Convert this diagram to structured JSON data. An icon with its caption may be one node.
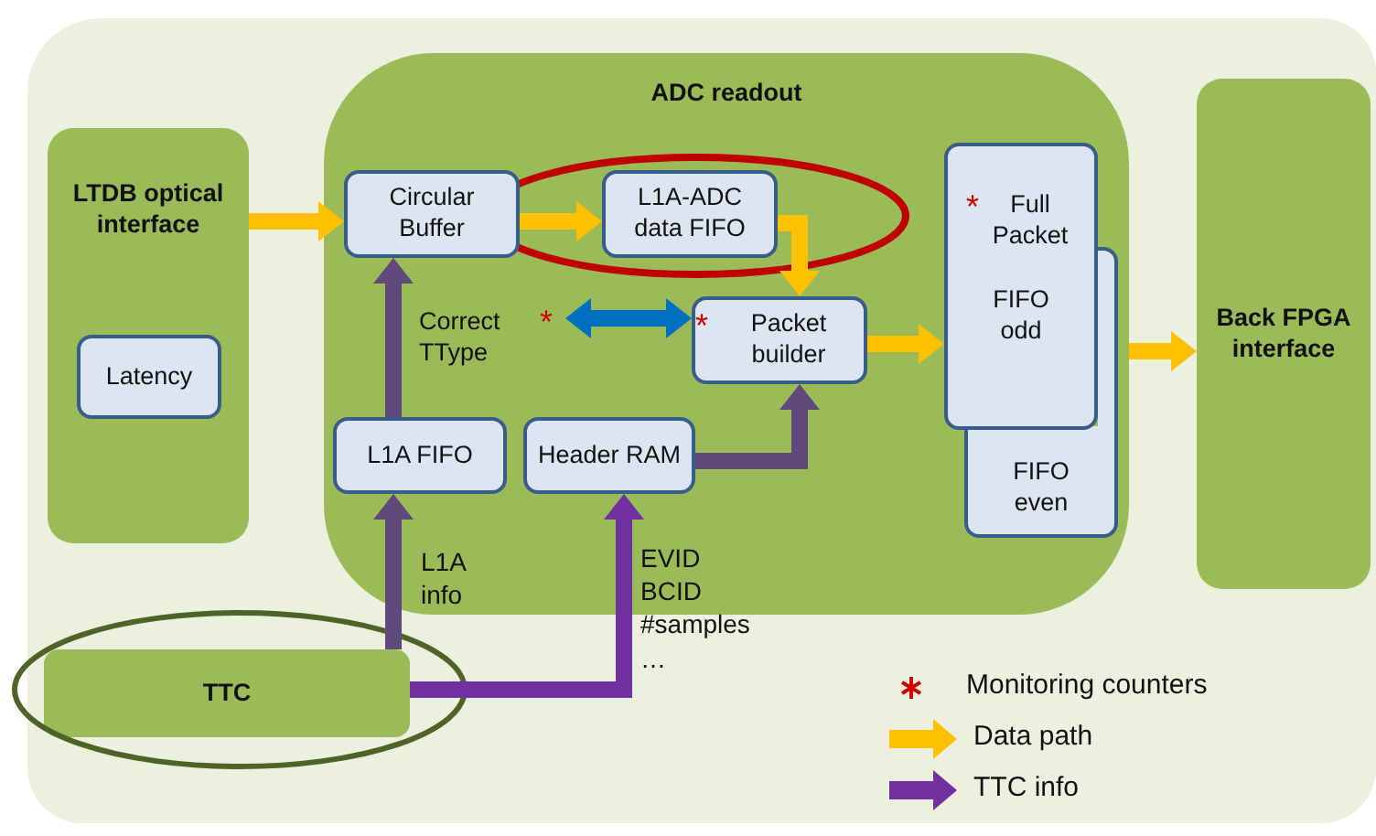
{
  "diagram": {
    "nodes": [
      {
        "text": [
          "LTDB optical interface"
        ]
      },
      {
        "text": [
          "Latency"
        ],
        "in": 0
      },
      {
        "text": [
          "ADC readout"
        ]
      },
      {
        "text": [
          "Circular Buffer"
        ],
        "in": 2
      },
      {
        "text": [
          "L1A-ADC data FIFO"
        ],
        "in": 2
      },
      {
        "text": [
          "Correct TType"
        ],
        "beside": [
          "*"
        ],
        "in": 2
      },
      {
        "text": [
          "*",
          "Packet builder"
        ],
        "in": 2
      },
      {
        "text": [
          "*",
          "Full Packet",
          "FIFO odd"
        ],
        "in": 2
      },
      {
        "text": [
          "FIFO even"
        ],
        "in": 2
      },
      {
        "text": [
          "L1A FIFO"
        ],
        "in": 2
      },
      {
        "text": [
          "Header RAM"
        ],
        "in": 2
      },
      {
        "text": [
          "Back FPGA interface"
        ]
      },
      {
        "text": [
          "TTC"
        ]
      }
    ],
    "edges": [
      {
        "from": 0,
        "to": 3,
        "arrow": "to"
      },
      {
        "from": 3,
        "to": 4,
        "arrow": "to"
      },
      {
        "from": 4,
        "to": 6,
        "arrow": "to"
      },
      {
        "from": 6,
        "to": 7,
        "arrow": "to"
      },
      {
        "from": 2,
        "to": 11,
        "arrow": "to"
      },
      {
        "from": 9,
        "to": 3,
        "arrow": "to",
        "color": "#604a7b"
      },
      {
        "from": 10,
        "to": 6,
        "arrow": "to",
        "color": "#604a7b"
      },
      {
        "from": 12,
        "to": 9,
        "arrow": "to",
        "color": "#604a7b",
        "label": "L1A info"
      },
      {
        "from": 12,
        "to": 10,
        "arrow": "to",
        "color": "#7030a0",
        "label": "EVID BCID #samples …"
      },
      {
        "from": 5,
        "to": 6,
        "arrow": "both",
        "color": "#0070c0"
      }
    ],
    "legend": [
      {
        "text": "Monitoring counters"
      },
      {
        "text": "Data path",
        "color": "#ffc000"
      },
      {
        "text": "TTC info",
        "color": "#7030a0"
      }
    ]
  }
}
